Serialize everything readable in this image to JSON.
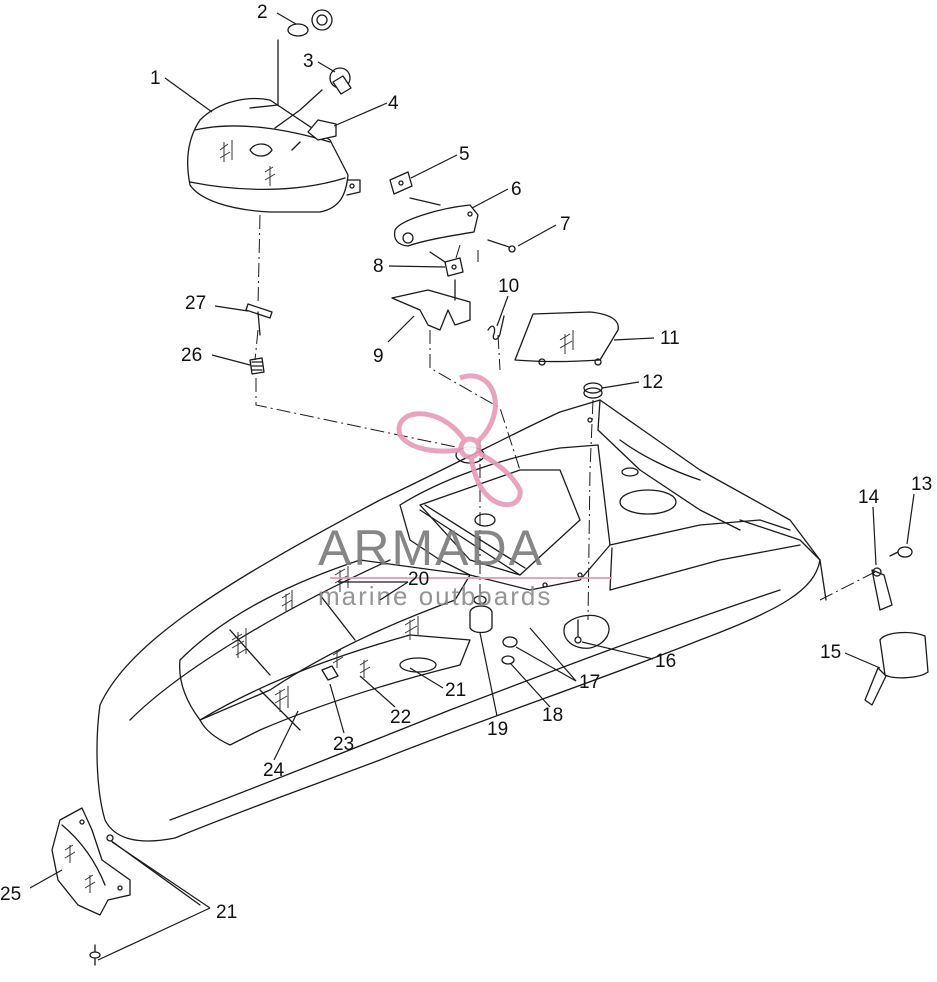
{
  "watermark": {
    "brand": "ARMADA",
    "tagline": "marine outboards",
    "brand_color": "#e89ab8",
    "text_color": "#7a7a7a"
  },
  "callouts": {
    "c1": "1",
    "c2": "2",
    "c3": "3",
    "c4": "4",
    "c5": "5",
    "c6": "6",
    "c7": "7",
    "c8": "8",
    "c9": "9",
    "c10": "10",
    "c11": "11",
    "c12": "12",
    "c13": "13",
    "c14": "14",
    "c15": "15",
    "c16": "16",
    "c17": "17",
    "c18": "18",
    "c19": "19",
    "c20": "20",
    "c21a": "21",
    "c21b": "21",
    "c22": "22",
    "c23": "23",
    "c24": "24",
    "c25": "25",
    "c26": "26",
    "c27": "27"
  }
}
